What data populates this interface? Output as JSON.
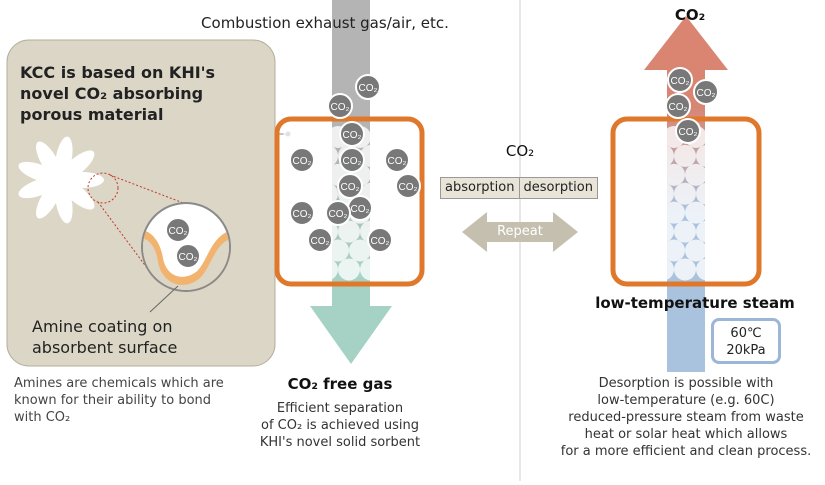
{
  "colors": {
    "panel_bg": "#dcd6c6",
    "panel_border": "#b5ae9c",
    "orange": "#e0782c",
    "exhaust_gray": "#b4b4b4",
    "clean_teal": "#a6d2c6",
    "co2_red": "#d98572",
    "steam_blue": "#a9c2dd",
    "co2_molecule": "#787878",
    "repeat_arrow": "#c4bfae"
  },
  "left_panel": {
    "title_lines": [
      "KCC is based on KHI's",
      "novel CO₂ absorbing",
      "porous material"
    ],
    "amine_label_lines": [
      "Amine coating on",
      "absorbent surface"
    ],
    "note_lines": [
      "Amines are chemicals which are",
      "known for their ability to bond",
      "with CO₂"
    ],
    "zoom_molecules": [
      "CO₂",
      "CO₂"
    ]
  },
  "absorption": {
    "exhaust_label": "Combustion exhaust gas/air, etc.",
    "free_gas_label": "CO₂ free gas",
    "description_lines": [
      "Efficient separation",
      "of CO₂ is achieved using",
      "KHI's novel solid sorbent"
    ],
    "molecules": [
      "CO₂",
      "CO₂",
      "CO₂",
      "CO₂",
      "CO₂",
      "CO₂",
      "CO₂",
      "CO₂",
      "CO₂",
      "CO₂",
      "CO₂",
      "CO₂",
      "CO₂"
    ]
  },
  "middle": {
    "co2_label": "CO₂",
    "absorption_label": "absorption",
    "desorption_label": "desorption",
    "repeat_label": "Repeat"
  },
  "desorption": {
    "co2_label": "CO₂",
    "steam_label": "low-temperature steam",
    "temperature": "60℃",
    "pressure": "20kPa",
    "description_lines": [
      "Desorption is possible with",
      "low-temperature (e.g. 60C)",
      "reduced-pressure steam from waste",
      "heat or solar heat which allows",
      "for a more efficient and clean process."
    ],
    "molecules": [
      "CO₂",
      "CO₂",
      "CO₂",
      "CO₂"
    ]
  }
}
